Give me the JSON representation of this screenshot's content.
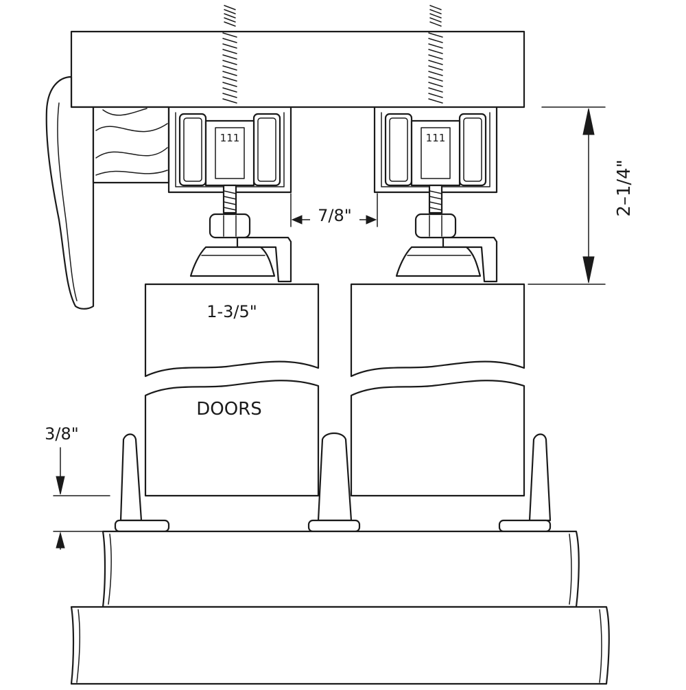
{
  "diagram": {
    "labels": {
      "roller_mark_left": "111",
      "roller_mark_right": "111",
      "gap_dim": "7/8\"",
      "height_dim": "2–1/4\"",
      "door_thickness": "1-3/5\"",
      "doors": "DOORS",
      "guide_dim": "3/8\""
    }
  }
}
